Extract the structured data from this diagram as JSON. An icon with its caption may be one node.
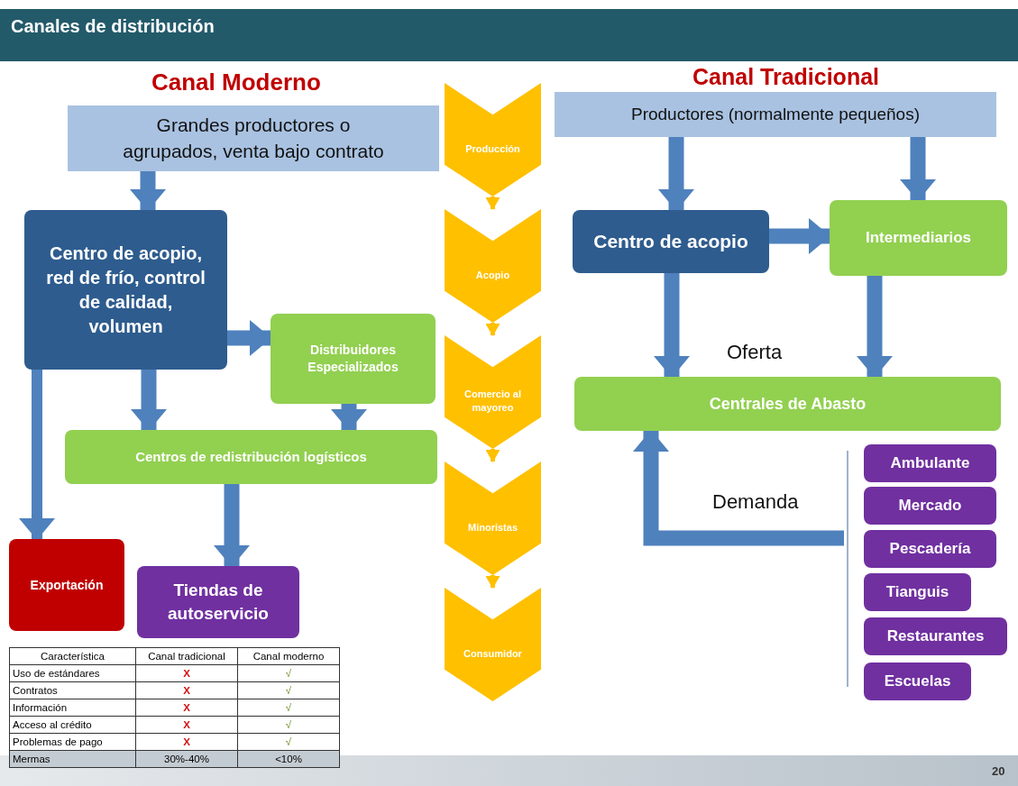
{
  "diagram": {
    "title": "Canales de distribución",
    "nodes": [
      {
        "text": [
          "Grandes productores o agrupados, venta bajo contrato"
        ]
      },
      {
        "text": [
          "Centro de acopio, red de frío, control de calidad, volumen"
        ]
      },
      {
        "text": [
          "Distribuidores Especializados"
        ]
      },
      {
        "text": [
          "Centros de redistribución logísticos"
        ]
      },
      {
        "text": [
          "Exportación"
        ]
      },
      {
        "text": [
          "Tiendas de autoservicio"
        ]
      },
      {
        "text": [
          "Producción"
        ]
      },
      {
        "text": [
          "Acopio"
        ]
      },
      {
        "text": [
          "Comercio al mayoreo"
        ]
      },
      {
        "text": [
          "Minoristas"
        ]
      },
      {
        "text": [
          "Consumidor"
        ]
      },
      {
        "text": [
          "Productores (normalmente pequeños)"
        ]
      },
      {
        "text": [
          "Centro de acopio"
        ]
      },
      {
        "text": [
          "Intermediarios"
        ]
      },
      {
        "text": [
          "Centrales de Abasto"
        ]
      },
      {
        "text": [
          "Ambulante"
        ]
      },
      {
        "text": [
          "Mercado"
        ]
      },
      {
        "text": [
          "Pescadería"
        ]
      },
      {
        "text": [
          "Tianguis"
        ]
      },
      {
        "text": [
          "Restaurantes"
        ]
      },
      {
        "text": [
          "Escuelas"
        ]
      }
    ],
    "edges": [
      {
        "from": 0,
        "to": 1,
        "arrow": "to"
      },
      {
        "from": 1,
        "to": 2,
        "arrow": "to"
      },
      {
        "from": 1,
        "to": 3,
        "arrow": "to"
      },
      {
        "from": 1,
        "to": 4,
        "arrow": "to"
      },
      {
        "from": 2,
        "to": 3,
        "arrow": "to"
      },
      {
        "from": 3,
        "to": 5,
        "arrow": "to"
      },
      {
        "from": 11,
        "to": 12,
        "arrow": "to"
      },
      {
        "from": 11,
        "to": 13,
        "arrow": "to"
      },
      {
        "from": 12,
        "to": 13,
        "arrow": "to"
      },
      {
        "from": 12,
        "to": 14,
        "arrow": "to"
      },
      {
        "from": 13,
        "to": 14,
        "arrow": "to"
      },
      {
        "from": null,
        "to": 14,
        "arrow": "to"
      },
      {
        "from": 6,
        "to": 7,
        "arrow": "to",
        "color": "#ffc000"
      },
      {
        "from": 7,
        "to": 8,
        "arrow": "to",
        "color": "#ffc000"
      },
      {
        "from": 8,
        "to": 9,
        "arrow": "to",
        "color": "#ffc000"
      },
      {
        "from": 9,
        "to": 10,
        "arrow": "to",
        "color": "#ffc000"
      }
    ],
    "labels": [
      "Canal Moderno",
      "Canal Tradicional",
      "Oferta",
      "Demanda",
      "Característica",
      "Canal tradicional",
      "Canal moderno",
      "Uso de estándares",
      "X",
      "√",
      "Contratos",
      "X",
      "√",
      "Información",
      "X",
      "√",
      "Acceso al crédito",
      "X",
      "√",
      "Problemas de pago",
      "X",
      "√",
      "Mermas",
      "30%-40%",
      "<10%",
      "20"
    ]
  }
}
